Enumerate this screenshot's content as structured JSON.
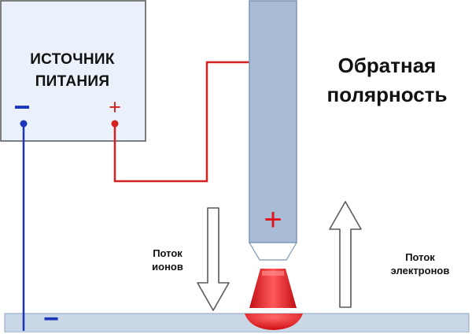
{
  "power_source": {
    "label_line1": "ИСТОЧНИК",
    "label_line2": "ПИТАНИЯ",
    "minus_sign": "−",
    "plus_sign": "+"
  },
  "title": {
    "line1": "Обратная",
    "line2": "полярность"
  },
  "electrode": {
    "plus_sign": "+"
  },
  "workpiece": {
    "minus_sign": "−"
  },
  "ion_flow": {
    "line1": "Поток",
    "line2": "ионов"
  },
  "electron_flow": {
    "line1": "Поток",
    "line2": "электронов"
  },
  "colors": {
    "positive_wire": "#d42020",
    "negative_wire": "#1a35b8",
    "electrode_fill": "#a9bcd6",
    "workpiece_fill": "#cad7e6",
    "arc": "#e8141b"
  }
}
